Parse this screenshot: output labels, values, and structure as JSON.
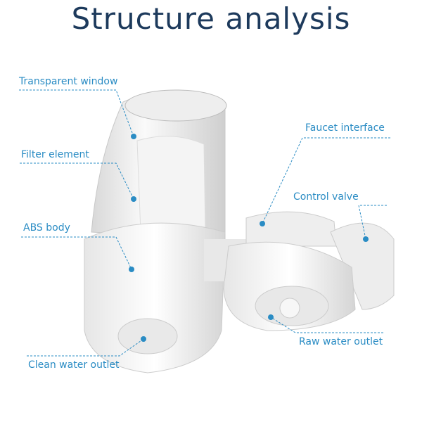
{
  "title": "Structure analysis",
  "labels": {
    "transparent_window": "Transparent window",
    "filter_element": "Filter element",
    "abs_body": "ABS body",
    "clean_water_outlet": "Clean water outlet",
    "faucet_interface": "Faucet interface",
    "control_valve": "Control valve",
    "raw_water_outlet": "Raw water outlet"
  },
  "colors": {
    "accent": "#2a8cc4",
    "title": "#1d3a5c"
  }
}
